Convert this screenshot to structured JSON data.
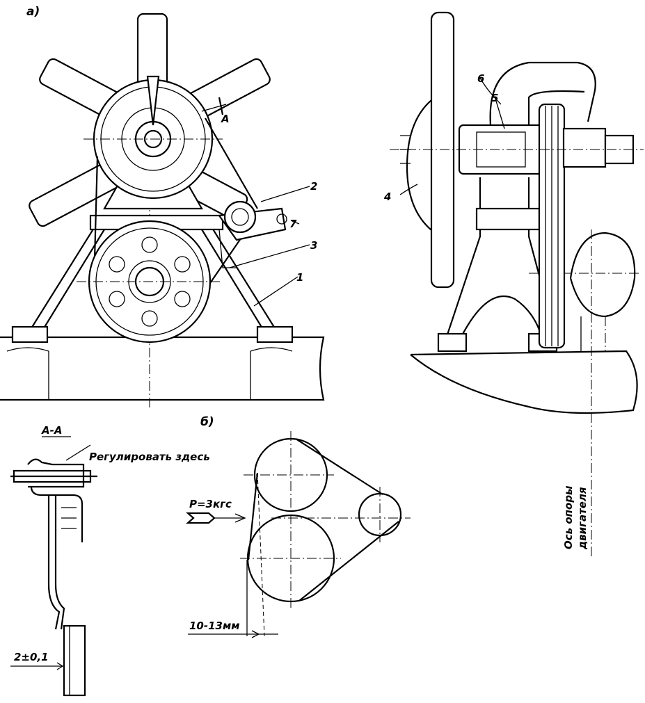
{
  "labels": {
    "view_a": "а)",
    "view_b": "б)",
    "section": "А-А",
    "section_arrow": "А",
    "adjust_here": "Регулировать здесь",
    "force": "Р=3кгс",
    "deflection": "10-13мм",
    "gap": "2±0,1",
    "axis_line1": "Ось опоры",
    "axis_line2": "двигателя"
  },
  "callouts": [
    "1",
    "2",
    "3",
    "4",
    "5",
    "6",
    "7"
  ]
}
